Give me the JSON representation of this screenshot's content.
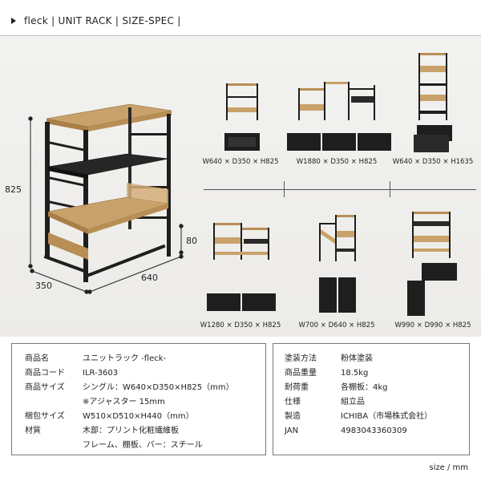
{
  "header": {
    "title": "fleck | UNIT RACK | SIZE-SPEC |"
  },
  "main_rack": {
    "height_label": "825",
    "adjuster_label": "80",
    "depth_label": "350",
    "width_label": "640"
  },
  "configs": [
    {
      "label": "W640 × D350 × H825"
    },
    {
      "label": "W1880 × D350 × H825"
    },
    {
      "label": "W640 × D350 × H1635"
    },
    {
      "label": "W1280 × D350 × H825"
    },
    {
      "label": "W700 × D640 × H825"
    },
    {
      "label": "W990 × D990 × H825"
    }
  ],
  "spec_left": [
    {
      "key": "商品名",
      "value": "ユニットラック -fleck-"
    },
    {
      "key": "商品コード",
      "value": "ILR-3603"
    },
    {
      "key": "商品サイズ",
      "value": "シングル：W640×D350×H825（mm）"
    },
    {
      "key": "",
      "value": "※アジャスター 15mm"
    },
    {
      "key": "梱包サイズ",
      "value": "W510×D510×H440（mm）"
    },
    {
      "key": "材質",
      "value": "木部：プリント化粧繊維板"
    },
    {
      "key": "",
      "value": "フレーム、棚板、バー：スチール"
    }
  ],
  "spec_right": [
    {
      "key": "塗装方法",
      "value": "粉体塗装"
    },
    {
      "key": "商品重量",
      "value": "18.5kg"
    },
    {
      "key": "耐荷重",
      "value": "各棚板：4kg"
    },
    {
      "key": "仕様",
      "value": "組立品"
    },
    {
      "key": "製造",
      "value": "ICHIBA（市場株式会社）"
    },
    {
      "key": "JAN",
      "value": "4983043360309"
    }
  ],
  "units": "size / mm",
  "colors": {
    "wood": "#c9a26b",
    "wood_dark": "#a97f47",
    "steel": "#1e1e1e",
    "rule": "#777777"
  }
}
